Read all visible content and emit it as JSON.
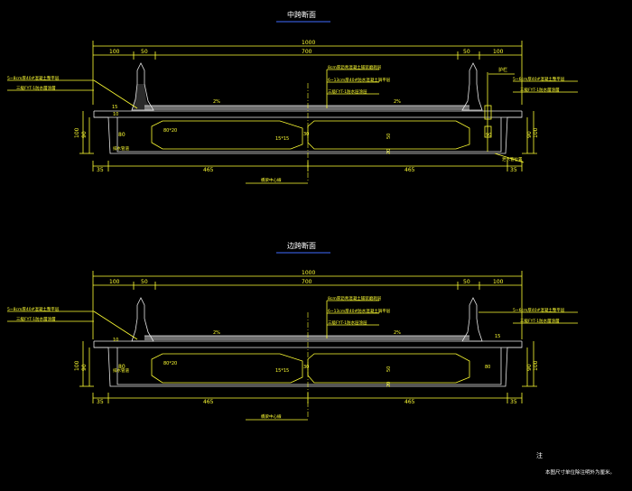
{
  "sections": [
    {
      "id": "mid",
      "title": "中跨断面",
      "dims_top": {
        "total": "1000",
        "left_outer": "100",
        "left_inner": "50",
        "middle": "700",
        "right_inner": "50",
        "right_outer": "100"
      },
      "dims_bottom": {
        "left_edge": "35",
        "left_half": "465",
        "right_half": "465",
        "right_edge": "35"
      },
      "dims_side": {
        "left_outer": "100",
        "left_inner": "90",
        "right_inner": "90",
        "right_outer": "100"
      },
      "inner_labels": {
        "top_slab": "10",
        "web_left": "80",
        "hole": "80*20",
        "center_gap": "30",
        "slab_mid": "15*15",
        "right_web": "30",
        "right_v1": "50",
        "right_v2": "20",
        "right_hole": "90",
        "slope_left": "2%",
        "slope_right": "2%",
        "right_small": "15"
      },
      "notes_left": [
        "5~8cm厚40#混凝土整平层",
        "三級FYT-1防水層涂層"
      ],
      "notes_right_center": [
        "8cm厚沥青混凝土铺装磨耗层",
        "6~13cm厚40#防水混凝土調平层",
        "三级FYT-1防水层涂层"
      ],
      "notes_right": [
        "护栏",
        "5~6cm厚40#混凝土整平层",
        "三級FYT-1防水層涂層"
      ],
      "label_side": "泄水孔",
      "label_hole": "泄水管位置",
      "label_center": "橋梁中心線",
      "label_drain": "排水管道"
    },
    {
      "id": "edge",
      "title": "边跨断面",
      "dims_top": {
        "total": "1000",
        "left_outer": "100",
        "left_inner": "50",
        "middle": "700",
        "right_inner": "50",
        "right_outer": "100"
      },
      "dims_bottom": {
        "left_edge": "35",
        "left_half": "465",
        "right_half": "465",
        "right_edge": "35"
      },
      "dims_side": {
        "left_outer": "100",
        "left_inner": "90",
        "right_inner": "90",
        "right_outer": "100"
      },
      "inner_labels": {
        "top_slab": "10",
        "web_left": "80",
        "hole": "80*20",
        "center_gap": "30",
        "slab_mid": "15*15",
        "right_web": "80",
        "right_v1": "50",
        "right_v2": "20",
        "right_hole": "80",
        "slope_left": "2%",
        "slope_right": "2%",
        "right_small": "15"
      },
      "notes_left": [
        "5~8cm厚40#混凝土整平层",
        "三級FYT-1防水層涂層"
      ],
      "notes_right_center": [
        "8cm厚沥青混凝土铺装磨耗层",
        "6~13cm厚40#防水混凝土調平层",
        "三级FYT-1防水层涂层"
      ],
      "notes_right": [
        "5~6cm厚40#混凝土整平层",
        "三級FYT-1防水層涂層"
      ],
      "label_side": "",
      "label_hole": "",
      "label_center": "橋梁中心線",
      "label_drain": "排水管道"
    }
  ],
  "note_title": "注",
  "note_text": "本图尺寸单位除注明外为厘米。",
  "colors": {
    "line": "#ffff33",
    "text": "#ffff33",
    "white": "#ffffff",
    "underline": "#3f6bff",
    "background": "#000000"
  }
}
